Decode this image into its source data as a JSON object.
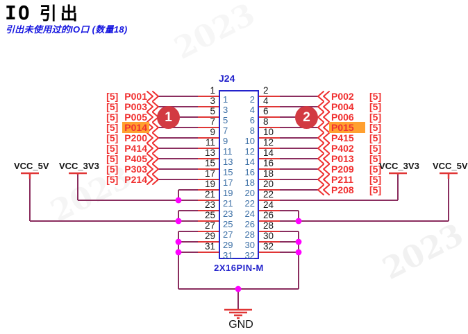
{
  "header": {
    "title_en": "IO",
    "title_zh": "引出",
    "subtitle": "引出未使用过的IO口 (数量18)"
  },
  "connector": {
    "designator": "J24",
    "type_label": "2X16PIN-M",
    "left_pin_numbers": [
      "1",
      "3",
      "5",
      "7",
      "9",
      "11",
      "13",
      "15",
      "17",
      "19",
      "21",
      "23",
      "25",
      "27",
      "29",
      "31"
    ],
    "right_pin_numbers": [
      "2",
      "4",
      "6",
      "8",
      "10",
      "12",
      "14",
      "16",
      "18",
      "20",
      "22",
      "24",
      "26",
      "28",
      "30",
      "32"
    ]
  },
  "ports": {
    "left": [
      {
        "sheet": "[5]",
        "net": "P001",
        "highlighted": false
      },
      {
        "sheet": "[5]",
        "net": "P003",
        "highlighted": false
      },
      {
        "sheet": "[5]",
        "net": "P005",
        "highlighted": false
      },
      {
        "sheet": "[5]",
        "net": "P014",
        "highlighted": true
      },
      {
        "sheet": "[5]",
        "net": "P200",
        "highlighted": false
      },
      {
        "sheet": "[5]",
        "net": "P414",
        "highlighted": false
      },
      {
        "sheet": "[5]",
        "net": "P405",
        "highlighted": false
      },
      {
        "sheet": "[5]",
        "net": "P303",
        "highlighted": false
      },
      {
        "sheet": "[5]",
        "net": "P214",
        "highlighted": false
      }
    ],
    "right": [
      {
        "sheet": "[5]",
        "net": "P002",
        "highlighted": false
      },
      {
        "sheet": "[5]",
        "net": "P004",
        "highlighted": false
      },
      {
        "sheet": "[5]",
        "net": "P006",
        "highlighted": false
      },
      {
        "sheet": "[5]",
        "net": "P015",
        "highlighted": true
      },
      {
        "sheet": "[5]",
        "net": "P415",
        "highlighted": false
      },
      {
        "sheet": "[5]",
        "net": "P402",
        "highlighted": false
      },
      {
        "sheet": "[5]",
        "net": "P013",
        "highlighted": false
      },
      {
        "sheet": "[5]",
        "net": "P209",
        "highlighted": false
      },
      {
        "sheet": "[5]",
        "net": "P211",
        "highlighted": false
      },
      {
        "sheet": "[5]",
        "net": "P208",
        "highlighted": false
      }
    ]
  },
  "balloons": [
    {
      "label": "1"
    },
    {
      "label": "2"
    }
  ],
  "power_rails": {
    "left": [
      "VCC_5V",
      "VCC_3V3"
    ],
    "right": [
      "VCC_3V3",
      "VCC_5V"
    ],
    "ground": "GND"
  },
  "watermark": {
    "text": "2023"
  },
  "colors": {
    "wire": "#8a2d5e",
    "pin_stub": "#e03535",
    "net_label": "#f03030",
    "highlight": "#ffa030",
    "connector_outline": "#2323cc",
    "inner_pin_number": "#3a6ea5",
    "outer_pin_number": "#141414",
    "junction_dot": "#ff00ff",
    "balloon": "#d23a42",
    "subtitle": "#1515e0"
  }
}
